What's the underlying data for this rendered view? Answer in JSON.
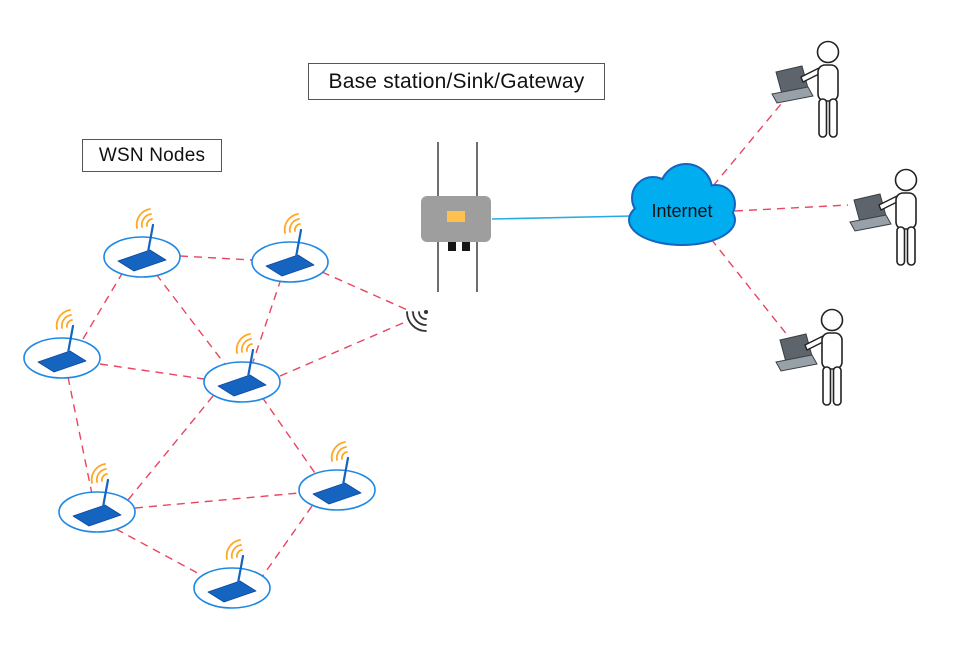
{
  "diagram": {
    "labels": {
      "base_station": "Base station/Sink/Gateway",
      "wsn_nodes": "WSN Nodes",
      "internet": "Internet"
    },
    "colors": {
      "node_ellipse_outline": "#1e88e5",
      "node_device_fill": "#1565c0",
      "signal_orange": "#ffa726",
      "mesh_link_red": "#e84560",
      "cloud_fill": "#00aeef",
      "cloud_outline": "#1565c0",
      "gateway_body_gray": "#9e9e9e",
      "gateway_port_yellow": "#ffc04d",
      "ethernet_blue": "#29abe2"
    },
    "structure": {
      "sensor_node_count": 7,
      "user_count": 3,
      "mesh_links": [
        [
          "node-1",
          "node-2"
        ],
        [
          "node-1",
          "node-3"
        ],
        [
          "node-1",
          "node-4"
        ],
        [
          "node-2",
          "node-4"
        ],
        [
          "node-2",
          "gateway"
        ],
        [
          "node-3",
          "node-4"
        ],
        [
          "node-3",
          "node-5"
        ],
        [
          "node-4",
          "node-5"
        ],
        [
          "node-4",
          "node-6"
        ],
        [
          "node-4",
          "gateway"
        ],
        [
          "node-5",
          "node-6"
        ],
        [
          "node-5",
          "node-7"
        ],
        [
          "node-6",
          "node-7"
        ],
        [
          "internet",
          "user-1"
        ],
        [
          "internet",
          "user-2"
        ],
        [
          "internet",
          "user-3"
        ],
        [
          "gateway",
          "internet"
        ]
      ]
    }
  }
}
